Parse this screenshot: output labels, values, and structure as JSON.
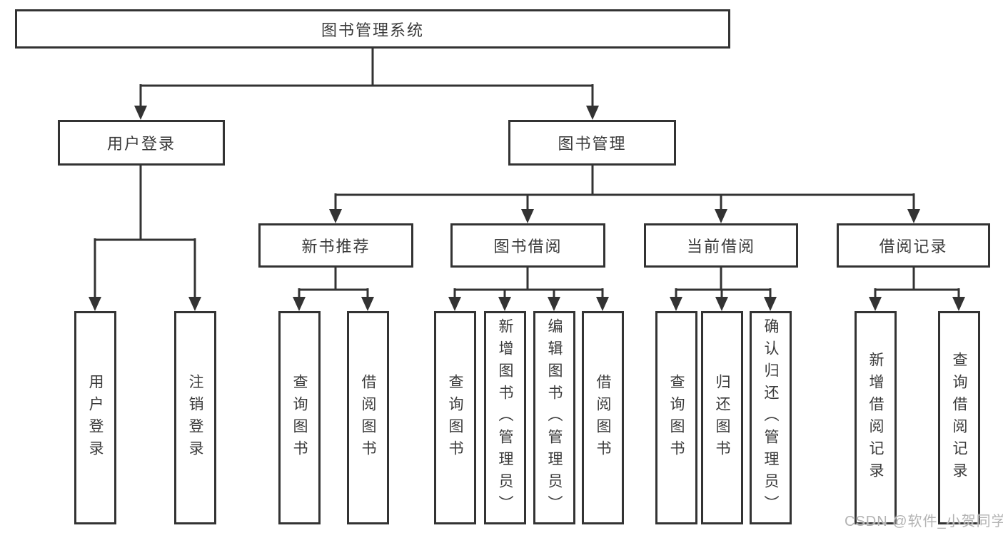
{
  "diagram": {
    "title": "图书管理系统",
    "level2": [
      {
        "label": "用户登录",
        "children": [
          {
            "label": "用户登录"
          },
          {
            "label": "注销登录"
          }
        ]
      },
      {
        "label": "图书管理",
        "children": [
          {
            "label": "新书推荐",
            "children": [
              {
                "label": "查询图书"
              },
              {
                "label": "借阅图书"
              }
            ]
          },
          {
            "label": "图书借阅",
            "children": [
              {
                "label": "查询图书"
              },
              {
                "label": "新增图书（管理员）"
              },
              {
                "label": "编辑图书（管理员）"
              },
              {
                "label": "借阅图书"
              }
            ]
          },
          {
            "label": "当前借阅",
            "children": [
              {
                "label": "查询图书"
              },
              {
                "label": "归还图书"
              },
              {
                "label": "确认归还（管理员）"
              }
            ]
          },
          {
            "label": "借阅记录",
            "children": [
              {
                "label": "新增借阅记录"
              },
              {
                "label": "查询借阅记录"
              }
            ]
          }
        ]
      }
    ]
  },
  "watermark": "CSDN @软件_小贺同学",
  "colors": {
    "line": "#333333",
    "text": "#3a3a3a",
    "watermark": "#b3b3b3",
    "background": "#ffffff"
  }
}
